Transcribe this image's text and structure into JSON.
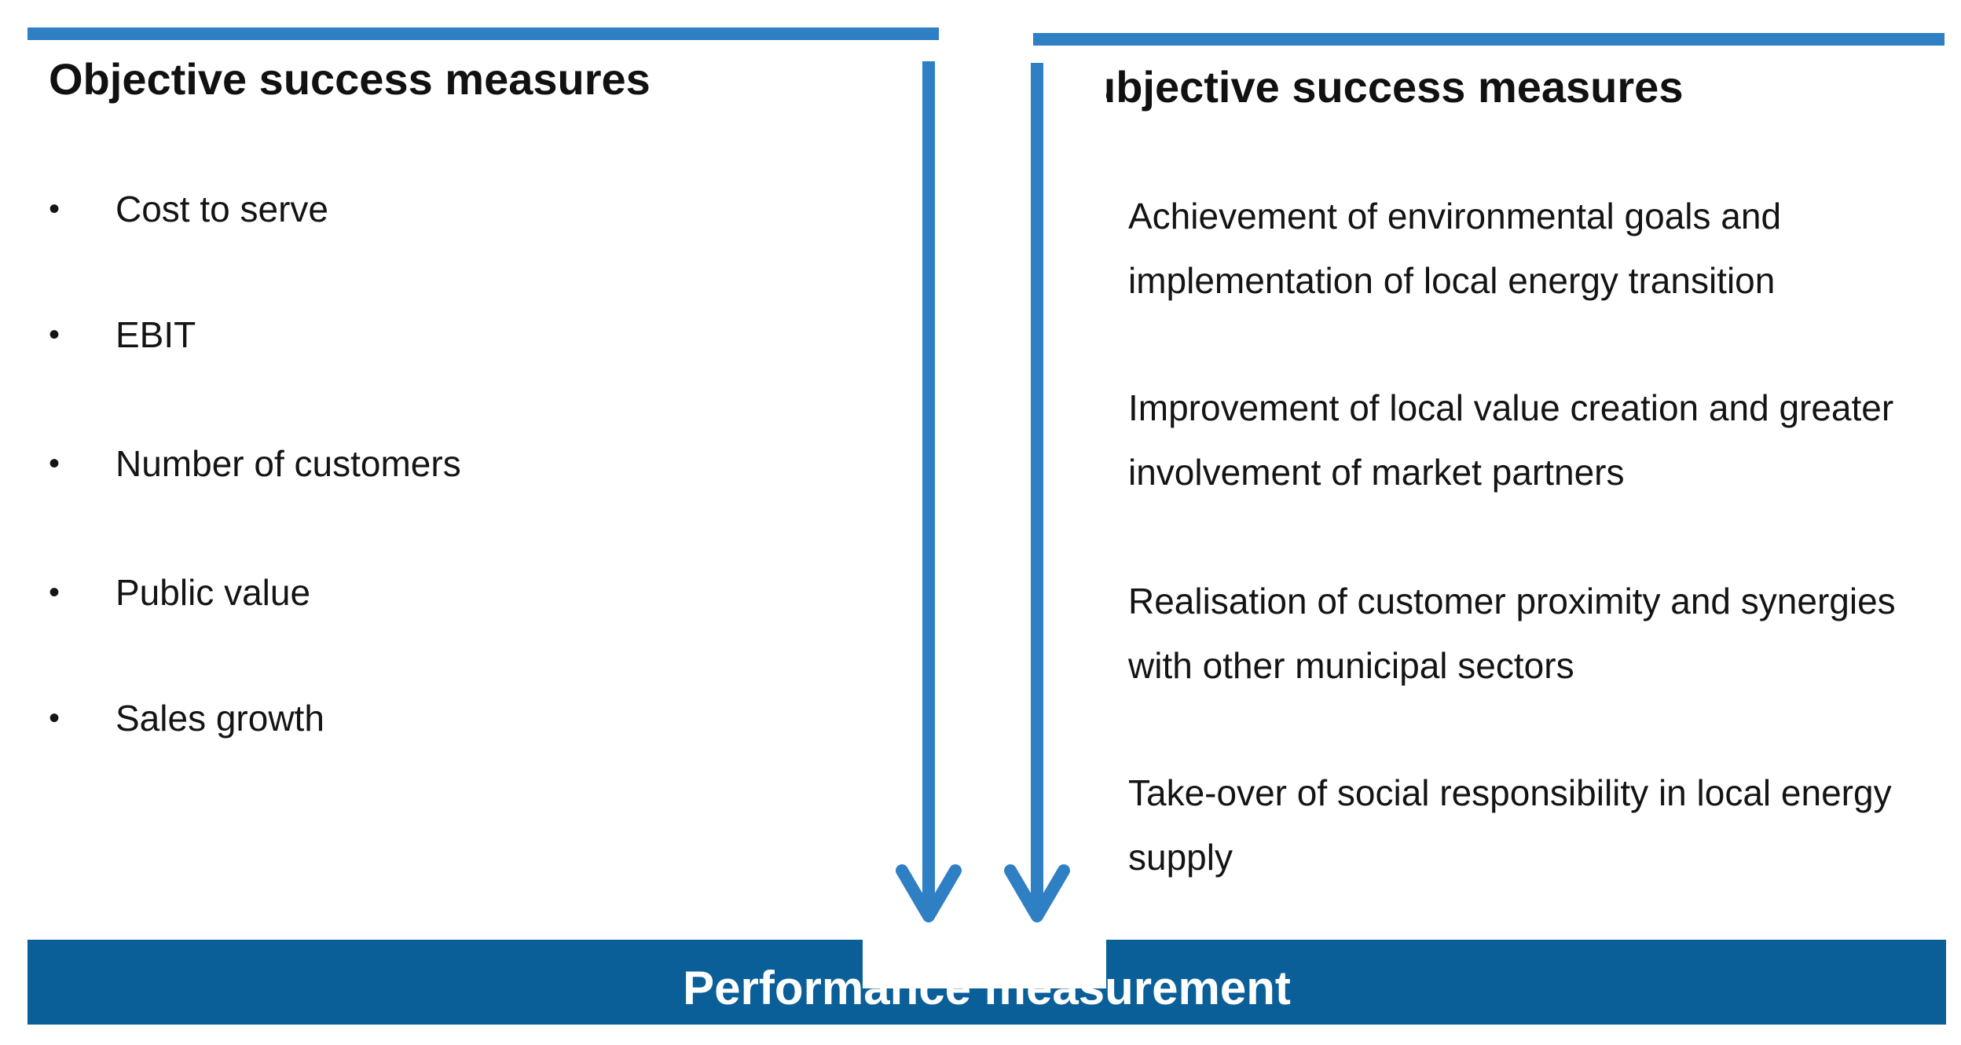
{
  "left_panel": {
    "heading": "Objective success measures",
    "bullet_symbol": "•",
    "items": [
      "Cost to serve",
      "EBIT",
      "Number of customers",
      "Public value",
      "Sales growth"
    ]
  },
  "right_panel": {
    "heading": "ubjective success measures",
    "items": [
      {
        "line1": "Achievement of environmental goals and",
        "line2": "implementation of local energy transition"
      },
      {
        "line1": "Improvement of local value creation and greater",
        "line2": "involvement of market partners"
      },
      {
        "line1": "Realisation of customer proximity and synergies",
        "line2": "with other municipal sectors"
      },
      {
        "line1": "Take-over of social responsibility in local energy",
        "line2": "supply"
      }
    ]
  },
  "bottom_bar": {
    "title": "Performance measurement"
  },
  "colors": {
    "accent_blue": "#2e7fc4",
    "bar_blue": "#0a5f99"
  }
}
